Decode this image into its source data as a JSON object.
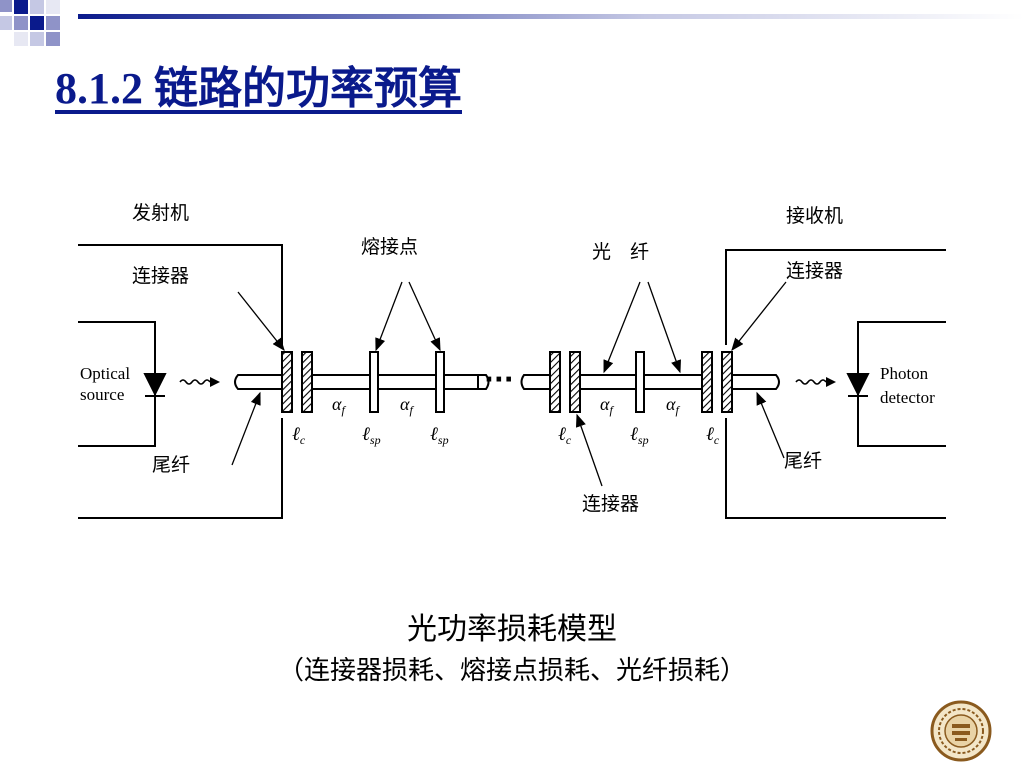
{
  "slide": {
    "title": "8.1.2  链路的功率预算",
    "caption_main": "光功率损耗模型",
    "caption_sub": "（连接器损耗、熔接点损耗、光纤损耗）",
    "accent_color": "#0a1a8c"
  },
  "diagram": {
    "transmitter": "发射机",
    "receiver": "接收机",
    "connector_left": "连接器",
    "connector_right": "连接器",
    "connector_bottom": "连接器",
    "splice": "熔接点",
    "fiber": "光　纤",
    "pigtail_left": "尾纤",
    "pigtail_right": "尾纤",
    "optical_source": [
      "Optical",
      "source"
    ],
    "photon_detector": [
      "Photon",
      "detector"
    ],
    "ellipsis": "···",
    "alpha_sub": "f",
    "lc_sub": "c",
    "lsp_sub": "sp"
  },
  "logo": {
    "icon": "university-seal-icon"
  }
}
